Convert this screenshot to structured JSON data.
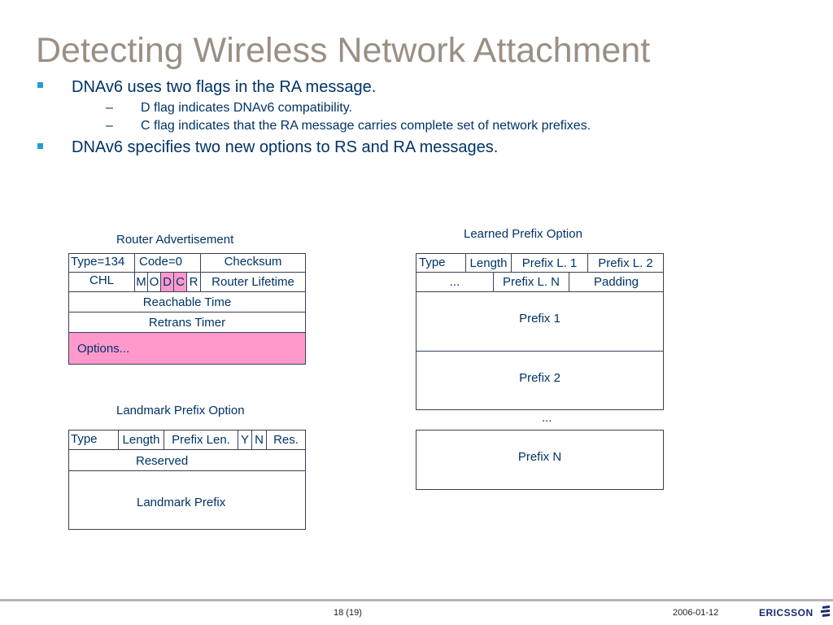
{
  "title": "Detecting Wireless Network Attachment",
  "bullets": [
    {
      "text": "DNAv6 uses two flags in the RA message.",
      "subs": [
        "D flag indicates DNAv6 compatibility.",
        "C flag indicates that the RA message carries complete set of network prefixes."
      ]
    },
    {
      "text": "DNAv6 specifies two new options to RS and RA messages."
    }
  ],
  "sub_dash": "–",
  "ra": {
    "caption": "Router Advertisement",
    "type": "Type=134",
    "code": "Code=0",
    "checksum": "Checksum",
    "chl": "CHL",
    "m": "M",
    "o": "O",
    "d": "D",
    "c": "C",
    "r": "R",
    "lifetime": "Router Lifetime",
    "reachable": "Reachable Time",
    "retrans": "Retrans Timer",
    "options": "Options..."
  },
  "landmark": {
    "caption": "Landmark Prefix Option",
    "type": "Type",
    "length": "Length",
    "prefix_len": "Prefix Len.",
    "y": "Y",
    "n": "N",
    "res": "Res.",
    "reserved": "Reserved",
    "prefix": "Landmark Prefix"
  },
  "learned": {
    "caption": "Learned Prefix Option",
    "type": "Type",
    "length": "Length",
    "pl1": "Prefix L. 1",
    "pl2": "Prefix L. 2",
    "dots": "...",
    "pln": "Prefix L. N",
    "padding": "Padding",
    "prefix1": "Prefix 1",
    "prefix2": "Prefix 2",
    "between": "...",
    "prefixn": "Prefix N"
  },
  "footer": {
    "page": "18 (19)",
    "date": "2006-01-12",
    "logo": "ERICSSON"
  },
  "colors": {
    "title": "#9b8f84",
    "text": "#003366",
    "highlight": "#ff99cc",
    "bullet": "#1e9fd6"
  }
}
